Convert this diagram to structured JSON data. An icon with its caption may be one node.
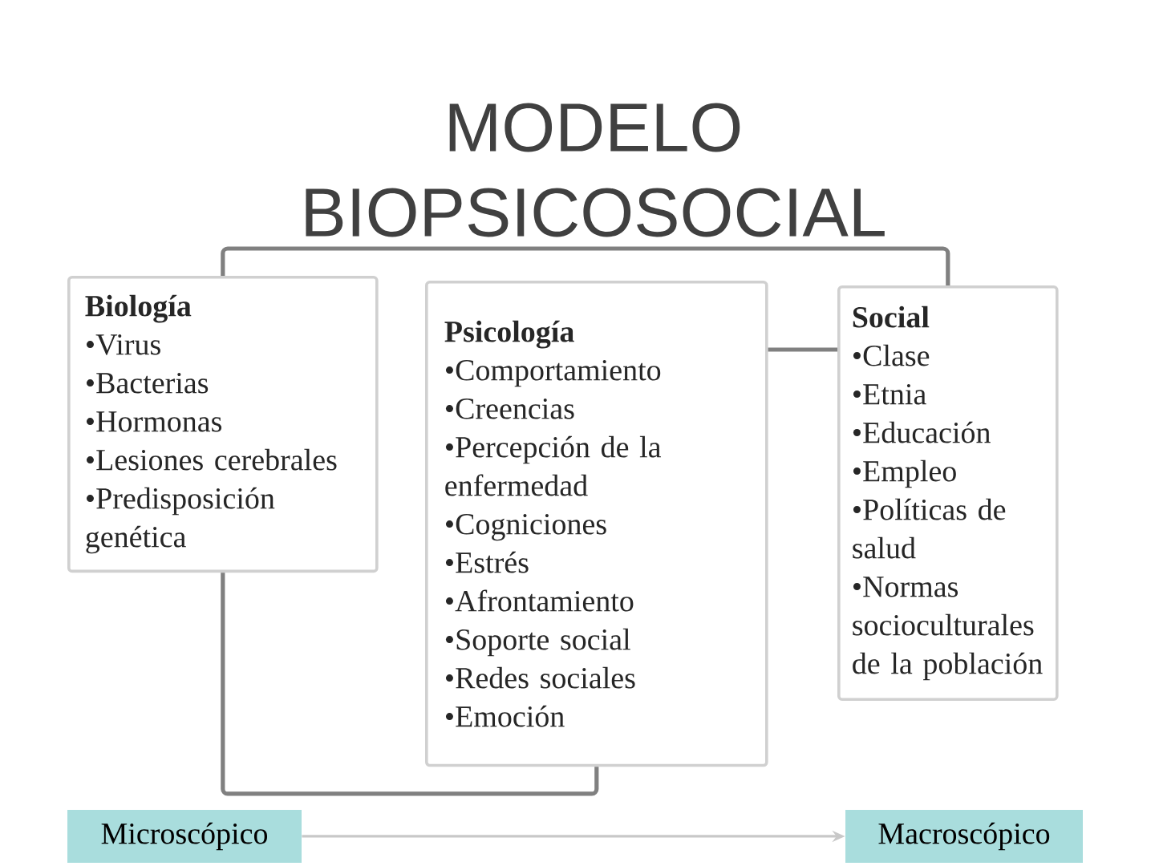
{
  "diagram": {
    "title": "MODELO BIOPSICOSOCIAL",
    "nodes": [
      {
        "text": [
          "Biología",
          "•Virus",
          "•Bacterias",
          "•Hormonas",
          "•Lesiones cerebrales",
          "•Predisposición genética"
        ]
      },
      {
        "text": [
          "Psicología",
          "•Comportamiento",
          "•Creencias",
          "•Percepción de la enfermedad",
          "•Cogniciones",
          "•Estrés",
          "•Afrontamiento",
          "•Soporte social",
          "•Redes sociales",
          "•Emoción"
        ]
      },
      {
        "text": [
          "Social",
          "•Clase",
          "•Etnia",
          "•Educación",
          "•Empleo",
          "•Políticas de salud",
          "•Normas socioculturales de la población"
        ]
      },
      {
        "text": [
          "Microscópico"
        ]
      },
      {
        "text": [
          "Macroscópico"
        ]
      }
    ],
    "edges": [
      {
        "from": 0,
        "to": 2,
        "arrow": "none"
      },
      {
        "from": 0,
        "to": 1,
        "arrow": "none"
      },
      {
        "from": 1,
        "to": 2,
        "arrow": "none"
      },
      {
        "from": 3,
        "to": 4,
        "arrow": "to",
        "color": "#c8c8c8"
      }
    ]
  }
}
